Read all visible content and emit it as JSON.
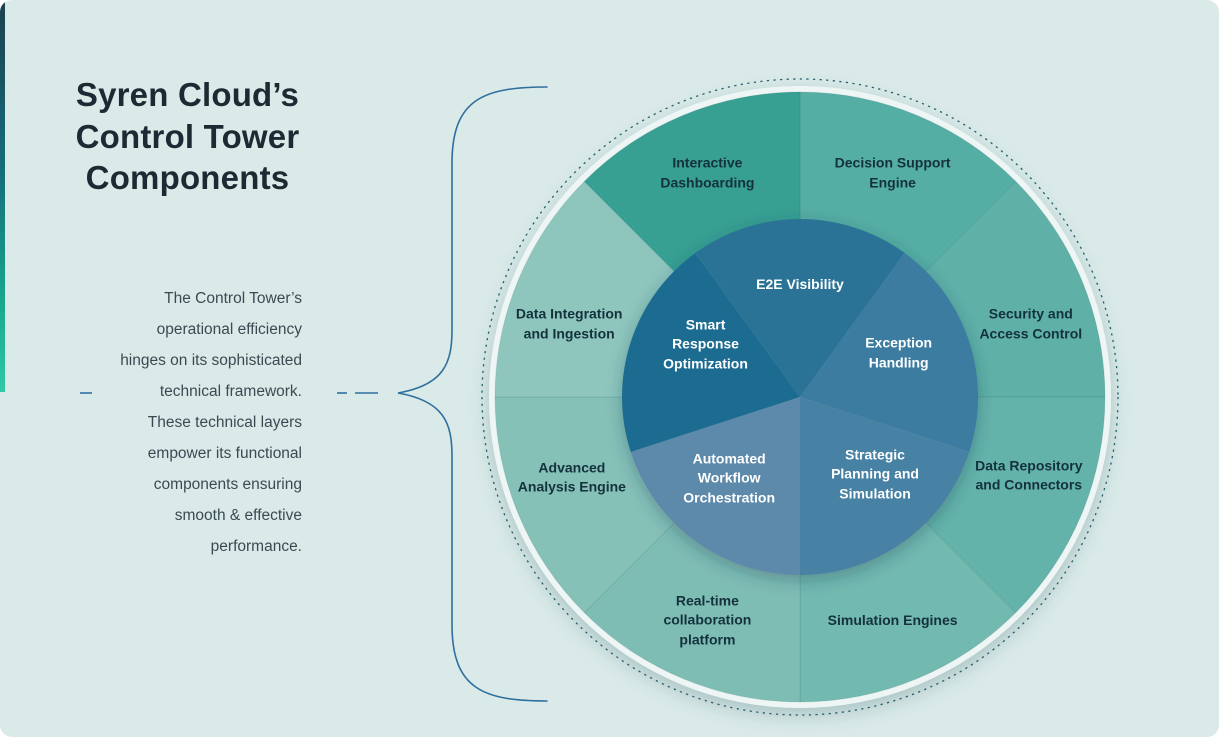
{
  "page": {
    "title": "Syren Cloud’s\nControl Tower\nComponents",
    "description": "The Control Tower’s\noperational efficiency\nhinges on its sophisticated\ntechnical framework.\nThese technical layers\nempower its functional\ncomponents ensuring\nsmooth & effective\nperformance.",
    "background_color": "#daeae8",
    "title_color": "#1c2a33",
    "description_color": "#3b4a52",
    "accent_bar_gradient": [
      "#1d4050",
      "#15707c",
      "#17a48c",
      "#2ec9a5"
    ]
  },
  "brace": {
    "color": "#2f6f9e"
  },
  "wheel": {
    "dotted_ring_color": "#24606b",
    "halo_color": "#eef6f5",
    "outer_label_color": "#14313c",
    "inner_label_color": "#ffffff",
    "outer_segments": [
      {
        "label": "Decision Support\nEngine",
        "color": "#55aea4",
        "start": 0,
        "end": 45
      },
      {
        "label": "Security and\nAccess Control",
        "color": "#5fb1a8",
        "start": 45,
        "end": 90,
        "label_angle": 72.5
      },
      {
        "label": "Data Repository\nand Connectors",
        "color": "#64b3aa",
        "start": 90,
        "end": 135,
        "label_angle": 109
      },
      {
        "label": "Simulation Engines",
        "color": "#72b9b0",
        "start": 135,
        "end": 180
      },
      {
        "label": "Real-time\ncollaboration\nplatform",
        "color": "#7ebdb4",
        "start": 180,
        "end": 225
      },
      {
        "label": "Advanced\nAnalysis Engine",
        "color": "#86c1b8",
        "start": 225,
        "end": 270,
        "label_angle": 250.5
      },
      {
        "label": "Data Integration\nand Ingestion",
        "color": "#8ec6bd",
        "start": 270,
        "end": 315,
        "label_angle": 287.5
      },
      {
        "label": "Interactive\nDashboarding",
        "color": "#37a093",
        "start": 315,
        "end": 360
      }
    ],
    "inner_segments": [
      {
        "label": "E2E Visibility",
        "color": "#2b7396",
        "start": -36,
        "end": 36,
        "label_angle": 0,
        "label_r": 112
      },
      {
        "label": "Exception\nHandling",
        "color": "#3a7ba0",
        "start": 36,
        "end": 108,
        "label_angle": 66
      },
      {
        "label": "Strategic\nPlanning and\nSimulation",
        "color": "#4681a4",
        "start": 108,
        "end": 180,
        "label_angle": 136
      },
      {
        "label": "Automated\nWorkflow\nOrchestration",
        "color": "#5d89ab",
        "start": 180,
        "end": 252,
        "label_angle": 221
      },
      {
        "label": "Smart\nResponse\nOptimization",
        "color": "#1f6c91",
        "start": 252,
        "end": 324,
        "label_angle": 299
      }
    ]
  }
}
